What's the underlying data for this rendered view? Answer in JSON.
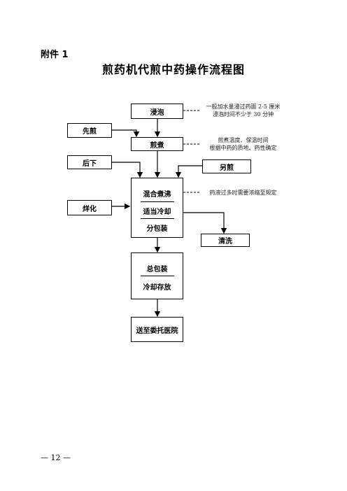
{
  "header": {
    "attachment_label": "附件 1",
    "title": "煎药机代煎中药操作流程图"
  },
  "flow": {
    "soak": "浸泡",
    "first_decoct": "先煎",
    "decoct": "煎煮",
    "later_add": "后下",
    "separate_decoct": "另煎",
    "melt": "烊化",
    "mix_boil": "混合煮沸",
    "cool": "适当冷却",
    "pack": "分包装",
    "clean": "清洗",
    "total_pack": "总包装",
    "cool_store": "冷却存放",
    "deliver": "送至委托医院"
  },
  "notes": {
    "soak_line1": "一般加水量浸过药面 2-5 厘米",
    "soak_line2": "浸泡时间不少于 30 分钟",
    "decoct_line1": "煎煮温度、保温时间",
    "decoct_line2": "根据中药的质地、药性确定",
    "mix_line1": "药液过多时需要浓缩至规定"
  },
  "footer": {
    "page_number": "— 12 —"
  }
}
